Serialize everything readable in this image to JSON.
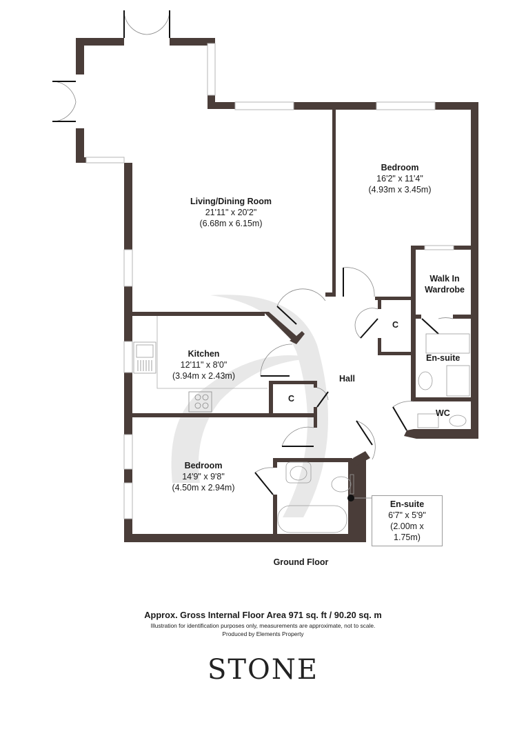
{
  "plan": {
    "floor_title": "Ground Floor",
    "wall_color": "#4a3d39",
    "watermark_color": "#e6e6e6",
    "rooms": [
      {
        "name": "Living/Dining Room",
        "imperial": "21'11\" x 20'2\"",
        "metric": "(6.68m x 6.15m)"
      },
      {
        "name": "Bedroom",
        "imperial": "16'2\" x 11'4\"",
        "metric": "(4.93m x 3.45m)"
      },
      {
        "name": "Kitchen",
        "imperial": "12'11\" x 8'0\"",
        "metric": "(3.94m x 2.43m)"
      },
      {
        "name": "Bedroom",
        "imperial": "14'9\" x 9'8\"",
        "metric": "(4.50m x 2.94m)"
      },
      {
        "name": "En-suite",
        "imperial": "6'7\" x 5'9\"",
        "metric": "(2.00m x 1.75m)"
      }
    ],
    "tags": {
      "walk_in_wardrobe": "Walk In Wardrobe",
      "ensuite_small": "En-suite",
      "hall": "Hall",
      "wc": "WC",
      "cupboard_1": "C",
      "cupboard_2": "C"
    }
  },
  "footer": {
    "area": "Approx. Gross Internal Floor Area 971 sq. ft / 90.20 sq. m",
    "disclaimer": "Illustration for identification purposes only, measurements are approximate, not to scale.",
    "produced_by": "Produced by Elements Property"
  },
  "brand": {
    "logo_text": "STONE"
  }
}
